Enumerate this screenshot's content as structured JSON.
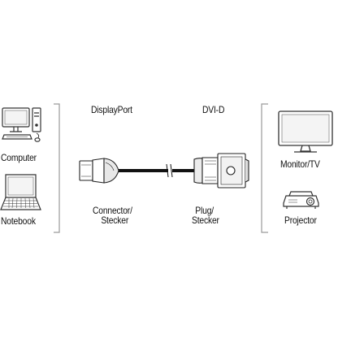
{
  "left_devices": {
    "computer_label": "Computer",
    "notebook_label": "Notebook"
  },
  "connectors": {
    "end_a_title": "DisplayPort",
    "end_b_title": "DVI-D",
    "end_a_kind_line1": "Connector/",
    "end_a_kind_line2": "Stecker",
    "end_b_kind_line1": "Plug/",
    "end_b_kind_line2": "Stecker"
  },
  "right_devices": {
    "monitor_label": "Monitor/TV",
    "projector_label": "Projector"
  },
  "icons": [
    "computer-icon",
    "notebook-icon",
    "displayport-plug-icon",
    "dvi-plug-icon",
    "monitor-icon",
    "projector-icon"
  ]
}
